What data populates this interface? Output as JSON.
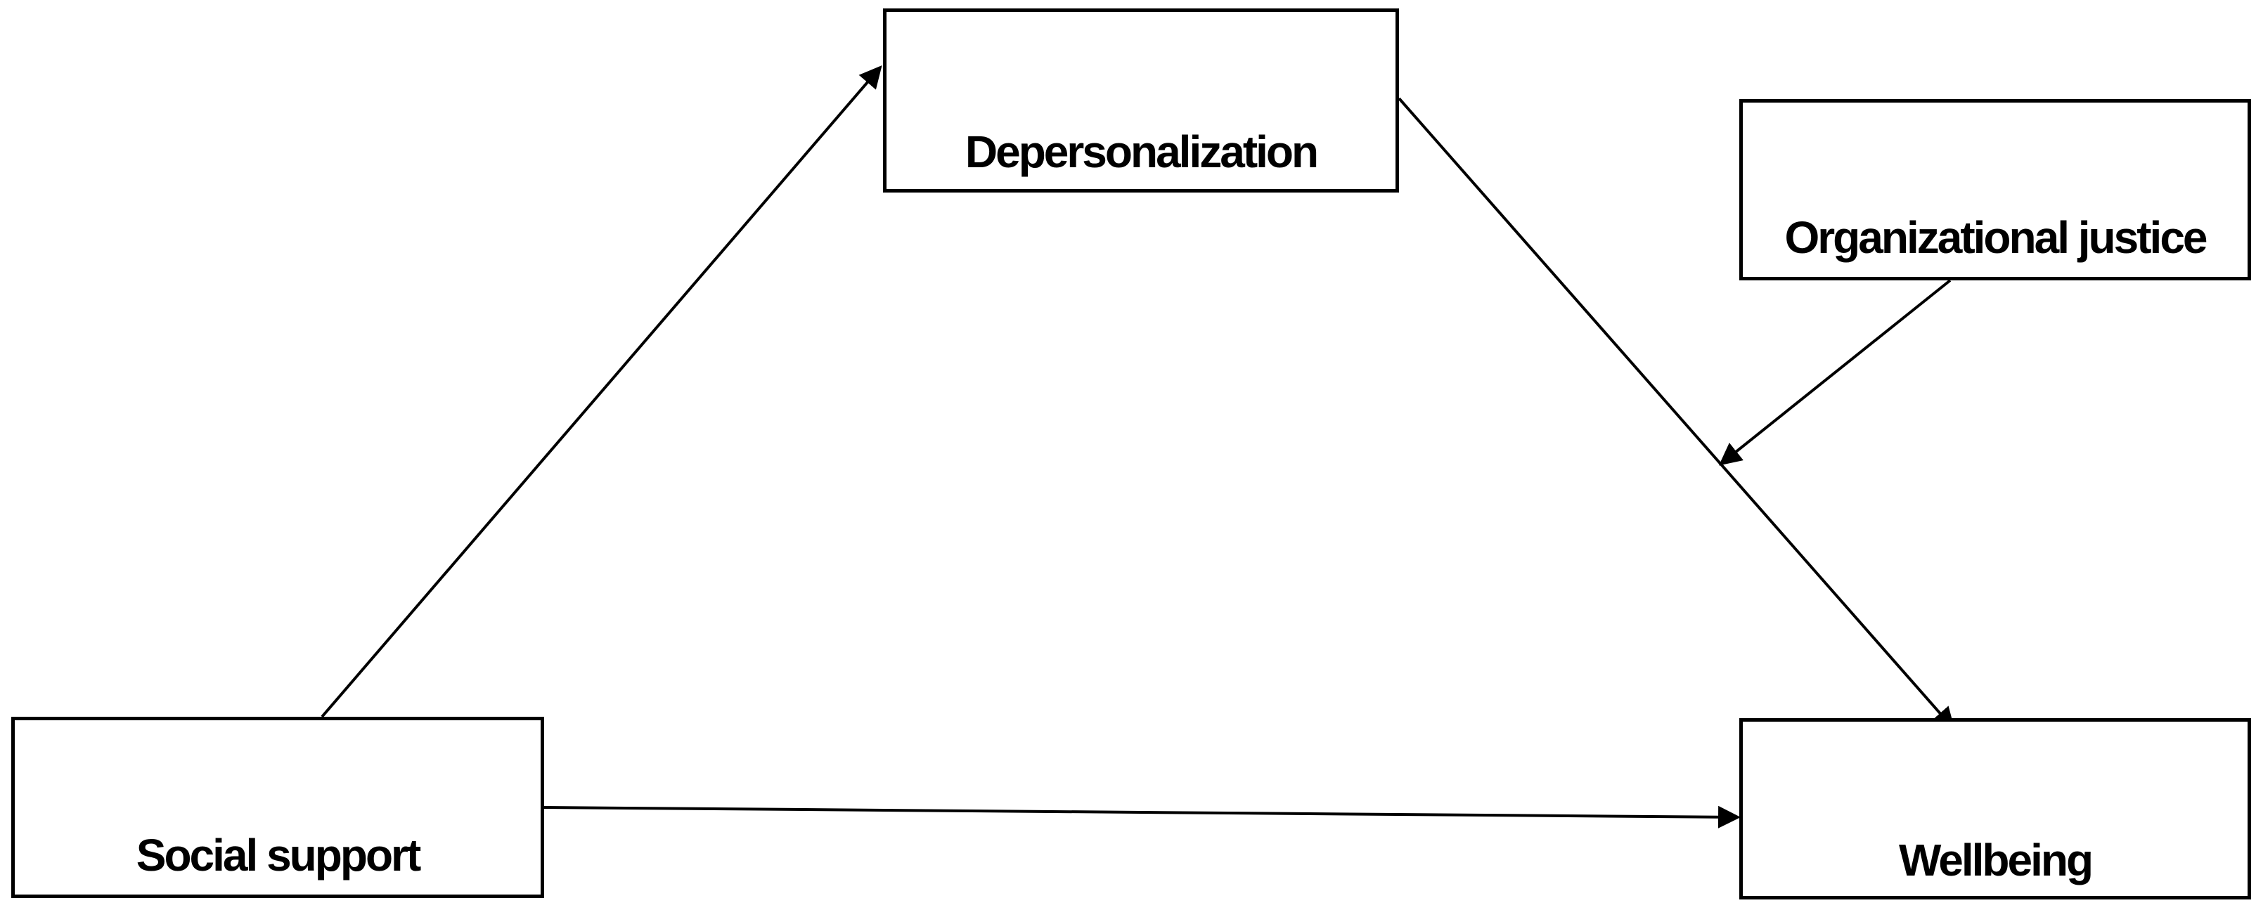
{
  "diagram": {
    "nodes": {
      "social_support": "Social support",
      "depersonalization": "Depersonalization",
      "organizational_justice": "Organizational justice",
      "wellbeing": "Wellbeing"
    },
    "edges": [
      {
        "from": "social_support",
        "to": "depersonalization"
      },
      {
        "from": "depersonalization",
        "to": "wellbeing"
      },
      {
        "from": "social_support",
        "to": "wellbeing"
      },
      {
        "from": "organizational_justice",
        "to": "depersonalization_wellbeing_path"
      }
    ],
    "line_color": "#000000"
  }
}
